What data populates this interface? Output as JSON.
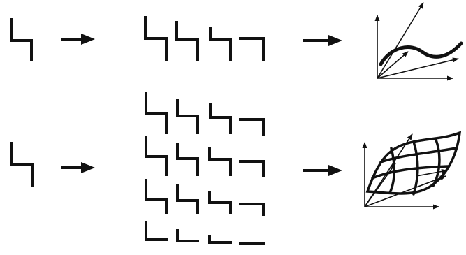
{
  "diagram": {
    "rows": [
      {
        "name": "curve-row",
        "source_shape": "z-stroke",
        "family_columns": 4,
        "family_rows": 1,
        "result": "curve-in-3d-axes"
      },
      {
        "name": "surface-row",
        "source_shape": "z-stroke",
        "family_columns": 4,
        "family_rows": 4,
        "result": "surface-in-3d-axes"
      }
    ],
    "icons": [
      "right-arrow-icon",
      "axes-icon",
      "curve-icon",
      "surface-mesh-icon"
    ],
    "colors": {
      "ink": "#111111",
      "background": "#ffffff"
    }
  }
}
